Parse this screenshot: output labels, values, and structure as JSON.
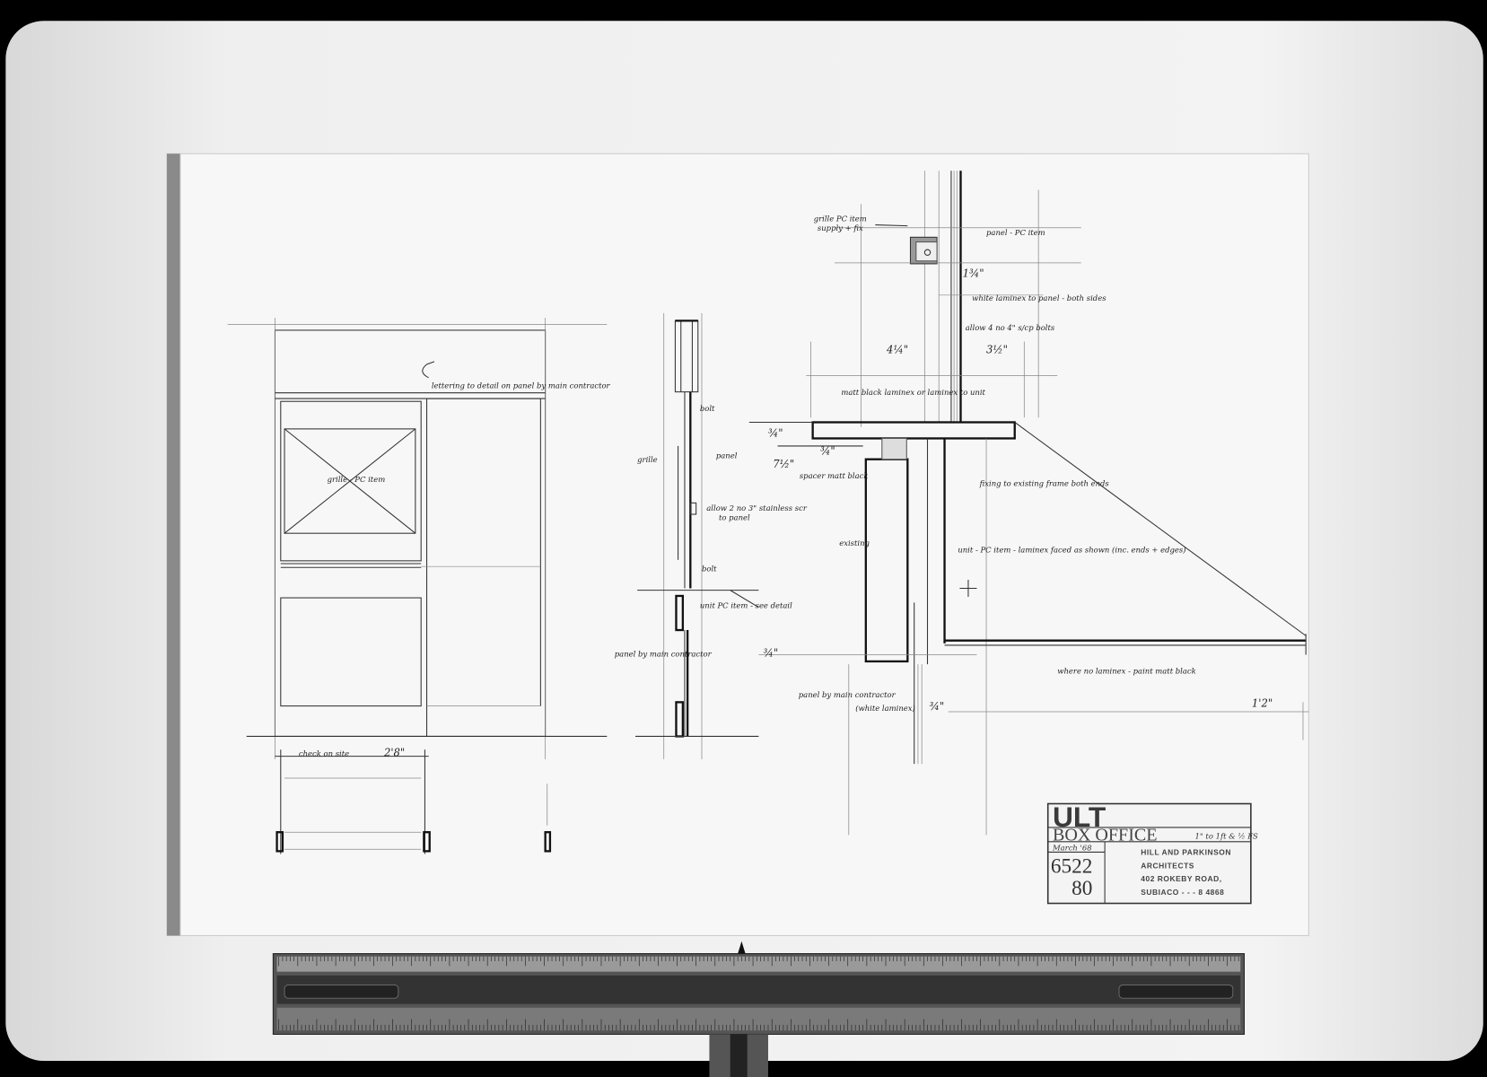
{
  "drawing": {
    "notes": {
      "lettering": "lettering to detail on panel by main contractor",
      "grille_elev": "grille - PC item",
      "check_on_site": "check on site",
      "width_dim": "2'8\"",
      "grille_sect": "grille",
      "panel_sect": "panel",
      "bolt_top": "bolt",
      "bolt_bottom": "bolt",
      "allow_screws": "allow 2 no 3\" stainless scr",
      "to_panel": "to panel",
      "unit_pc": "unit PC item - see detail",
      "panel_by_main": "panel by main contractor",
      "grille_pc": "grille PC item",
      "supply_fix": "supply + fix",
      "panel_pc": "panel - PC item",
      "dim_1_3_4": "1¾\"",
      "white_laminex": "white laminex to panel - both sides",
      "allow_bolts": "allow 4 no 4\" s/cp bolts",
      "dim_4_1_4": "4¼\"",
      "dim_3_1_2": "3½\"",
      "matt_black": "matt black laminex or laminex to unit",
      "dim_3_4_a": "¾\"",
      "dim_7_1_2": "7½\"",
      "dim_3_4_b": "¾\"",
      "spacer": "spacer matt black",
      "existing": "existing",
      "fixing": "fixing to existing frame both ends",
      "unit_laminex": "unit - PC item - laminex faced as shown (inc. ends + edges)",
      "dim_3_4_c": "¾\"",
      "panel_by_main_2": "panel by main contractor",
      "white_laminex_2": "(white laminex)",
      "dim_3_4_d": "¾\"",
      "where_no_laminex": "where no laminex - paint matt black",
      "dim_1_2": "1'2\""
    },
    "title_block": {
      "client": "ULT",
      "title": "BOX OFFICE",
      "scale": "1\" to 1ft & ½ FS",
      "date": "March '68",
      "job_number": "6522",
      "sheet_number": "80",
      "firm": "HILL AND PARKINSON",
      "firm_role": "ARCHITECTS",
      "address": "402 ROKEBY ROAD,",
      "suburb_phone": "SUBIACO - - - 8 4868"
    }
  },
  "colors": {
    "background": "#000000",
    "mount": "#f2f2f2",
    "paper": "#f6f6f6",
    "ruler": "#4a4a4a"
  }
}
